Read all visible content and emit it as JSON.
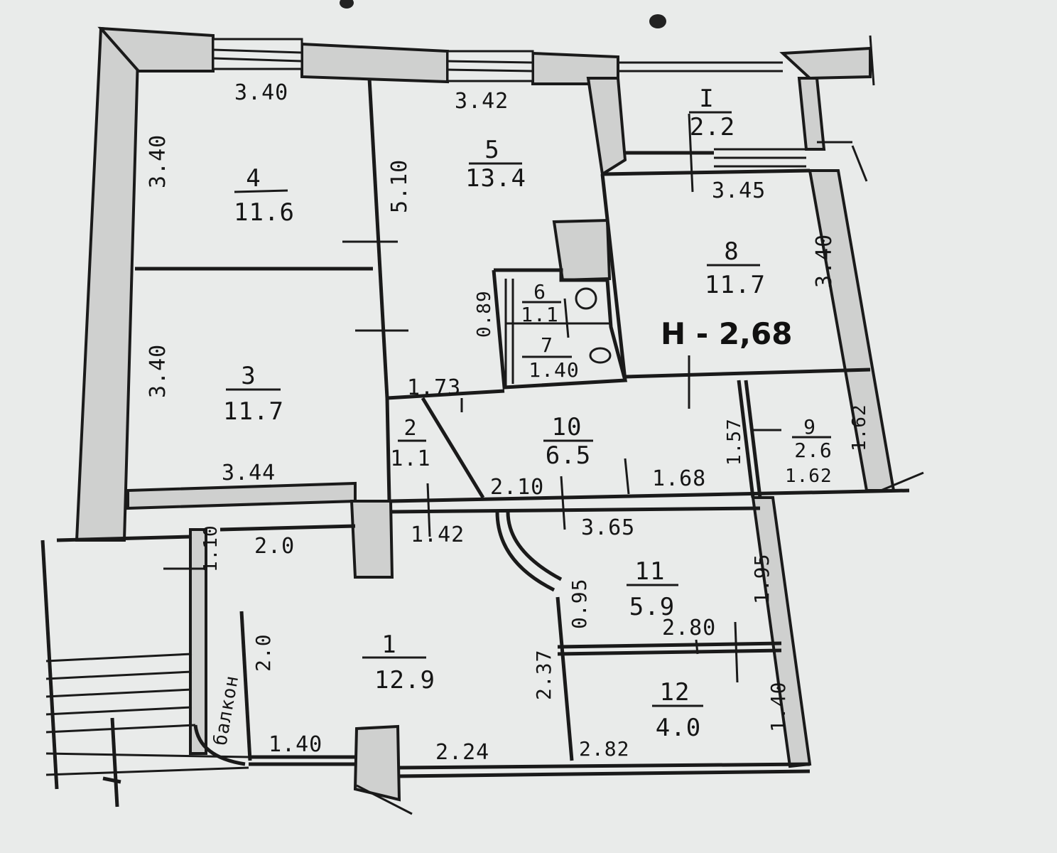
{
  "ceiling_height": "H - 2,68",
  "rooms": [
    {
      "id": "room-1",
      "number": "1",
      "area": "12.9"
    },
    {
      "id": "room-2",
      "number": "2",
      "area": "1.1"
    },
    {
      "id": "room-3",
      "number": "3",
      "area": "11.7"
    },
    {
      "id": "room-4",
      "number": "4",
      "area": "11.6"
    },
    {
      "id": "room-5",
      "number": "5",
      "area": "13.4"
    },
    {
      "id": "room-6",
      "number": "6",
      "area": "1.1"
    },
    {
      "id": "room-7",
      "number": "7",
      "area": "1.40"
    },
    {
      "id": "room-8",
      "number": "8",
      "area": "11.7"
    },
    {
      "id": "room-9",
      "number": "9",
      "area": "2.6"
    },
    {
      "id": "room-10",
      "number": "10",
      "area": "6.5"
    },
    {
      "id": "room-11",
      "number": "11",
      "area": "5.9"
    },
    {
      "id": "room-12",
      "number": "12",
      "area": "4.0"
    },
    {
      "id": "room-balcony",
      "number": "I",
      "area": "2.2"
    }
  ],
  "dimensions": [
    "3.40",
    "3.40",
    "3.42",
    "5.10",
    "3.45",
    "3.40",
    "0.89",
    "3.40",
    "1.73",
    "1.57",
    "1.62",
    "3.44",
    "2.10",
    "1.68",
    "1.62",
    "3.65",
    "1.42",
    "1.10",
    "2.0",
    "0.95",
    "1.95",
    "2.80",
    "2.0",
    "2.37",
    "1.40",
    "1.40",
    "2.24",
    "2.82"
  ],
  "annotations": {
    "vestibule": "балкон"
  }
}
